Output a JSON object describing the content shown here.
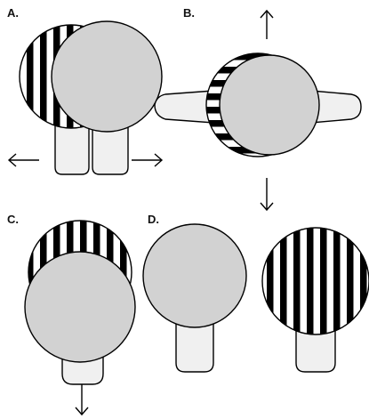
{
  "panels": [
    {
      "label": "A."
    },
    {
      "label": "B."
    },
    {
      "label": "C."
    },
    {
      "label": "D."
    }
  ],
  "colors": {
    "outline": "#000000",
    "gray_disc": "#d2d2d2",
    "light_fill": "#f0f0f0",
    "stripe_dark": "#000000",
    "stripe_light": "#ffffff"
  },
  "icons": [
    "arrow-left-icon",
    "arrow-right-icon",
    "arrow-up-icon",
    "arrow-down-icon"
  ]
}
